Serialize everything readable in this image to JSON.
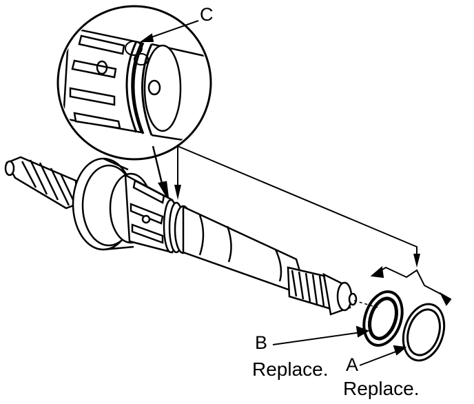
{
  "callouts": {
    "a": {
      "letter": "A",
      "note": "Replace."
    },
    "b": {
      "letter": "B",
      "note": "Replace."
    },
    "c": {
      "letter": "C"
    }
  },
  "colors": {
    "ink": "#000000",
    "paper": "#ffffff",
    "shade": "#e6e6e6"
  }
}
